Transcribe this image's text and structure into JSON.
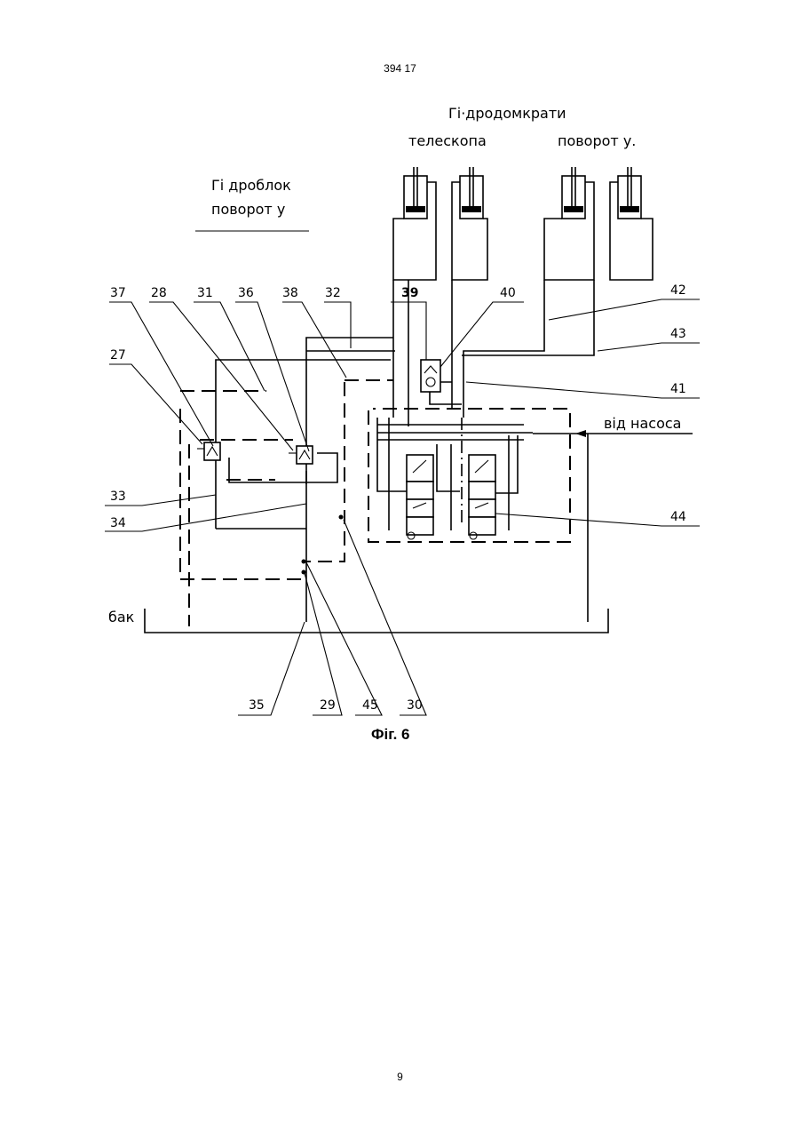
{
  "page": {
    "header_number": "394 17",
    "page_number": "9"
  },
  "figure": {
    "caption": "Фіг. 6",
    "labels": {
      "jacks_title": "Гі·дродомкрати",
      "telescope": "телескопа",
      "rotation_jacks": "поворот у.",
      "block_line1": "Гі дроблок",
      "block_line2": "поворот у",
      "from_pump": "від насоса",
      "tank": "бак"
    },
    "callouts": {
      "n27": "27",
      "n28": "28",
      "n29": "29",
      "n30": "30",
      "n31": "31",
      "n32": "32",
      "n33": "33",
      "n34": "34",
      "n35": "35",
      "n36": "36",
      "n37": "37",
      "n38": "38",
      "n39": "39",
      "n40": "40",
      "n41": "41",
      "n42": "42",
      "n43": "43",
      "n44": "44",
      "n45": "45"
    }
  }
}
